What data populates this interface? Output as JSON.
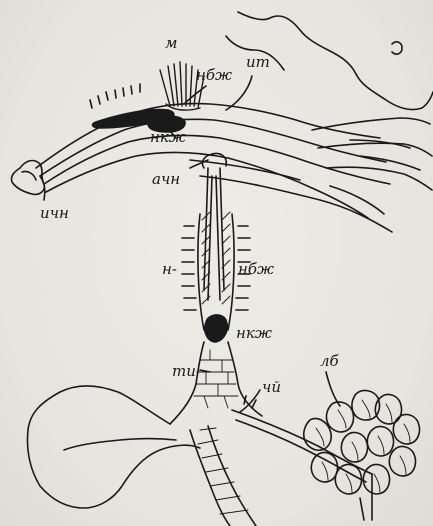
{
  "figure": {
    "labels": {
      "m": "м",
      "nbzh_top": "нбж",
      "it": "ит",
      "nkzh_top": "нкж",
      "achn": "ачн",
      "ichn": "ичн",
      "n": "н-",
      "nbzh_mid": "нбж",
      "nkzh_mid": "нкж",
      "ti": "ти-",
      "chi": "чй",
      "lb": "лб"
    },
    "colors": {
      "ink": "#1a1a1a",
      "paper": "#e9e7e2"
    }
  }
}
